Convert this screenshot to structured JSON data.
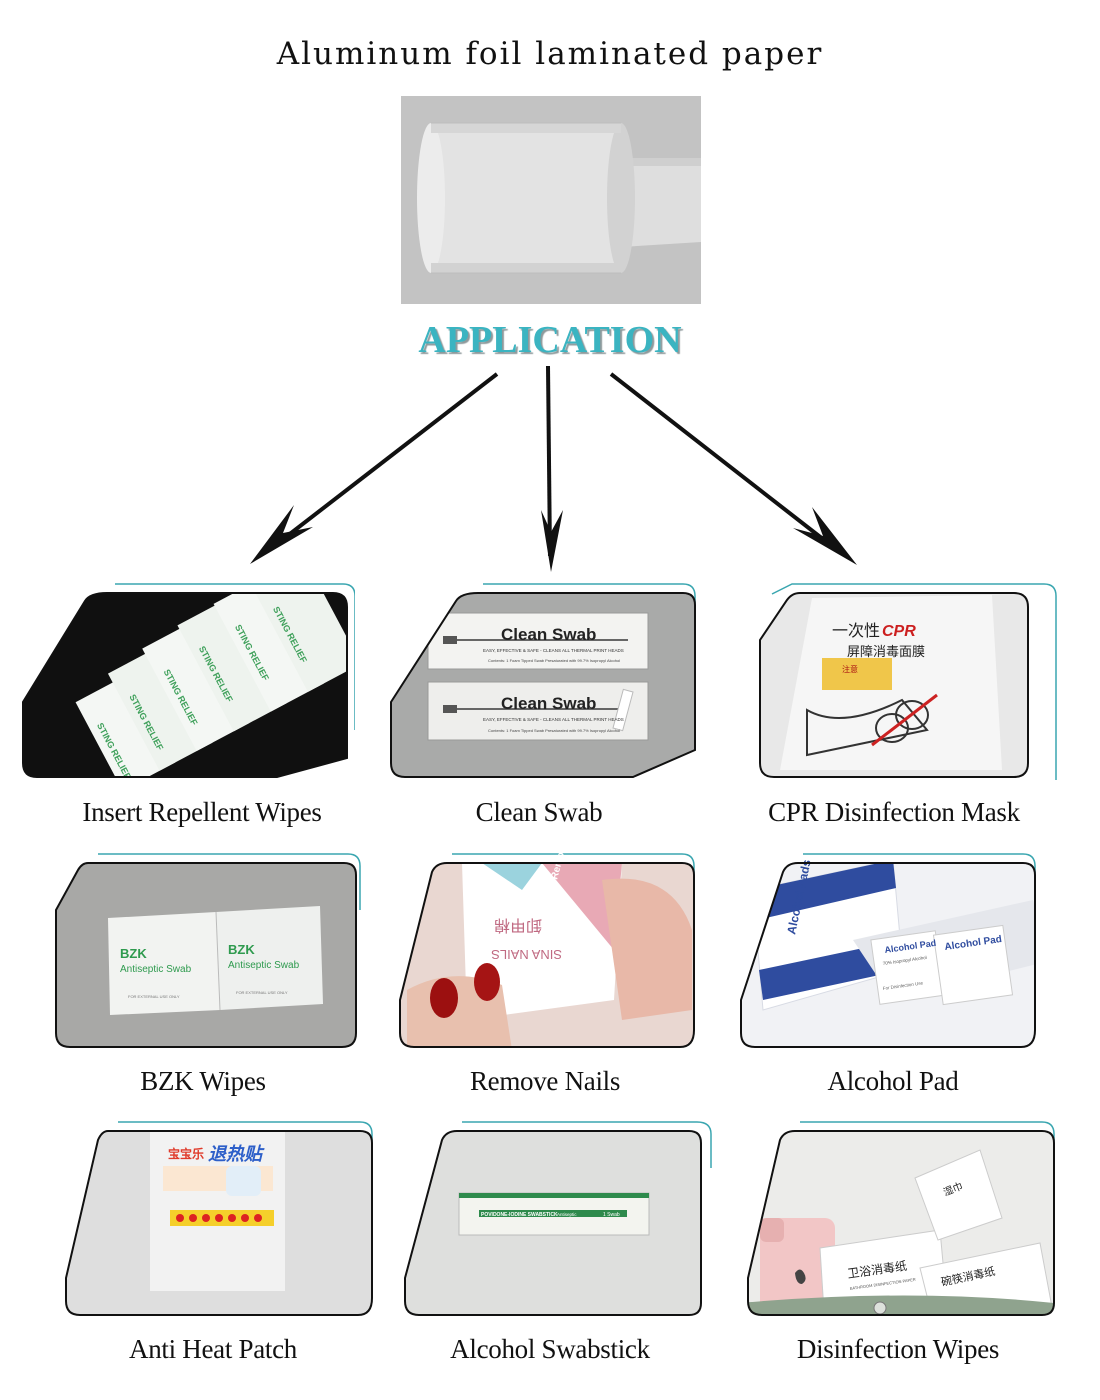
{
  "title": "Aluminum foil laminated paper",
  "application_heading": "APPLICATION",
  "colors": {
    "accent": "#3bb4c1",
    "frame": "#111111",
    "teal_outline": "#3aa6b0"
  },
  "items": [
    {
      "caption": "Insert Repellent Wipes",
      "print": "STING RELIEF"
    },
    {
      "caption": "Clean Swab",
      "print": "Clean Swab",
      "subprint": "EASY, EFFECTIVE & SAFE - CLEANS ALL THERMAL PRINT HEADS",
      "contents": "Contents: 1 Foam Tipped Swab Presaturated with 99.7% Isopropyl Alcohol"
    },
    {
      "caption": "CPR Disinfection Mask",
      "print_a": "一次性",
      "print_b": "CPR",
      "print_c": "屏障消毒面膜",
      "warning": "注意"
    },
    {
      "caption": "BZK Wipes",
      "print": "BZK",
      "subprint": "Antiseptic Swab",
      "footer": "FOR EXTERNAL USE ONLY"
    },
    {
      "caption": "Remove Nails",
      "print": "Remover Pad",
      "brand": "SINA NAILS",
      "cn": "卸甲棉"
    },
    {
      "caption": "Alcohol Pad",
      "print": "Alcohol Pad",
      "box": "Alcohol Pads",
      "subprint": "70% Isopropyl Alcohol",
      "footer": "For Disinfection Use"
    },
    {
      "caption": "Anti Heat Patch",
      "print": "退热贴",
      "brand": "宝宝乐"
    },
    {
      "caption": "Alcohol Swabstick",
      "print": "POVIDONE-IODINE SWABSTICK",
      "tag": "1 Swab",
      "sub": "Antiseptic"
    },
    {
      "caption": "Disinfection Wipes",
      "print_a": "卫浴消毒纸",
      "print_b": "BATHROOM DISINFECTION PAPER",
      "print_c": "湿巾",
      "print_d": "碗筷消毒纸"
    }
  ]
}
